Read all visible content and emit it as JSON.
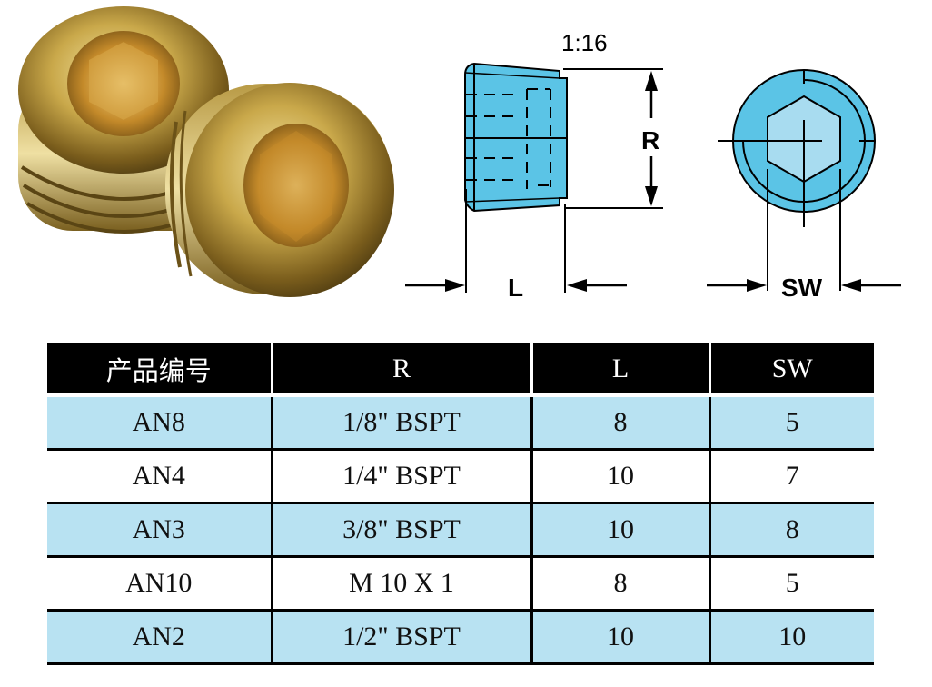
{
  "photo": {
    "subject": "two brass hex socket pipe plugs",
    "icon": "product-photo"
  },
  "drawing": {
    "taper_label": "1:16",
    "side_view": {
      "height_label": "R",
      "length_label": "L"
    },
    "end_view": {
      "width_label": "SW"
    },
    "colors": {
      "body": "#5bc4e6",
      "hex": "#a8dcf0",
      "line": "#000000"
    }
  },
  "table": {
    "headers": [
      "产品编号",
      "R",
      "L",
      "SW"
    ],
    "rows": [
      {
        "code": "AN8",
        "r": "1/8\" BSPT",
        "l": "8",
        "sw": "5",
        "shaded": true
      },
      {
        "code": "AN4",
        "r": "1/4\" BSPT",
        "l": "10",
        "sw": "7",
        "shaded": false
      },
      {
        "code": "AN3",
        "r": "3/8\" BSPT",
        "l": "10",
        "sw": "8",
        "shaded": true
      },
      {
        "code": "AN10",
        "r": "M 10 X 1",
        "l": "8",
        "sw": "5",
        "shaded": false
      },
      {
        "code": "AN2",
        "r": "1/2\" BSPT",
        "l": "10",
        "sw": "10",
        "shaded": true
      }
    ],
    "colors": {
      "header_bg": "#000000",
      "shade_bg": "#b8e2f2"
    }
  }
}
